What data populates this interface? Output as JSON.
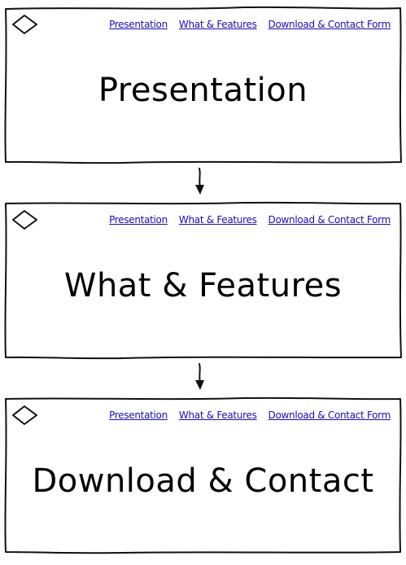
{
  "nav": {
    "link_1": "Presentation",
    "link_2": "What & Features",
    "link_3": "Download & Contact Form"
  },
  "panels": [
    {
      "title": "Presentation"
    },
    {
      "title": "What & Features"
    },
    {
      "title": "Download & Contact"
    }
  ],
  "icons": {
    "logo": "diamond-icon",
    "arrow": "arrow-down-icon"
  },
  "colors": {
    "link": "#1a0dab",
    "stroke": "#111111"
  }
}
